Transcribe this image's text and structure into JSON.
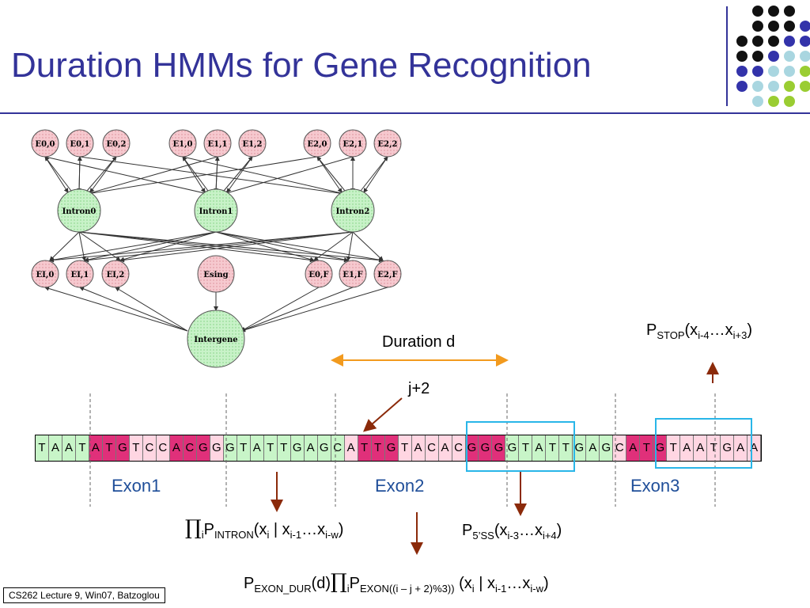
{
  "title": "Duration HMMs for Gene Recognition",
  "footer": "CS262 Lecture 9, Win07, Batzoglou",
  "hmm": {
    "exon_top": [
      "E0,0",
      "E0,1",
      "E0,2",
      "E1,0",
      "E1,1",
      "E1,2",
      "E2,0",
      "E2,1",
      "E2,2"
    ],
    "introns": [
      "Intron0",
      "Intron1",
      "Intron2"
    ],
    "exon_bottom_left": [
      "EI,0",
      "EI,1",
      "EI,2"
    ],
    "exon_bottom_right": [
      "E0,F",
      "E1,F",
      "E2,F"
    ],
    "single": "Esing",
    "intergene": "Intergene"
  },
  "sequence": "TAATATGTCCACGGGTATTGAGCATTGTACACGGGGTATTGAGCATGTAATGAA",
  "labels": {
    "duration": "Duration d",
    "j2": "j+2",
    "exon1": "Exon1",
    "exon2": "Exon2",
    "exon3": "Exon3"
  },
  "formulas": {
    "p_stop": {
      "p": "P",
      "sub": "STOP",
      "args": "(x",
      "a1": "i-4",
      "mid": "…x",
      "a2": "i+3",
      "end": ")"
    },
    "p_intron": {
      "prod": "∏",
      "i": "i",
      "p": "P",
      "sub": "INTRON",
      "args": "(x",
      "a1": "i",
      "mid": " | x",
      "a2": "i-1",
      "mid2": "…x",
      "a3": "i-w",
      "end": ")"
    },
    "p_5ss": {
      "p": "P",
      "sub": "5’SS",
      "args": "(x",
      "a1": "i-3",
      "mid": "…x",
      "a2": "i+4",
      "end": ")"
    },
    "p_exon": {
      "p": "P",
      "sub": "EXON_DUR",
      "d": "(d)",
      "prod": "∏",
      "i": "i",
      "p2": "P",
      "sub2": "EXON((i – j + 2)%3))",
      "args": " (x",
      "a1": "i",
      "mid": " | x",
      "a2": "i-1",
      "mid2": "…x",
      "a3": "i-w",
      "end": ")"
    }
  },
  "colors": {
    "title": "#333399",
    "exon_pink": "#ffccdd",
    "exon_hot": "#e0307a",
    "intron_green": "#ccf5cc",
    "box": "#29b6e8",
    "arrow_red": "#8b2a0a",
    "arrow_orange": "#f29a1e",
    "exon_label": "#1f4e99"
  }
}
